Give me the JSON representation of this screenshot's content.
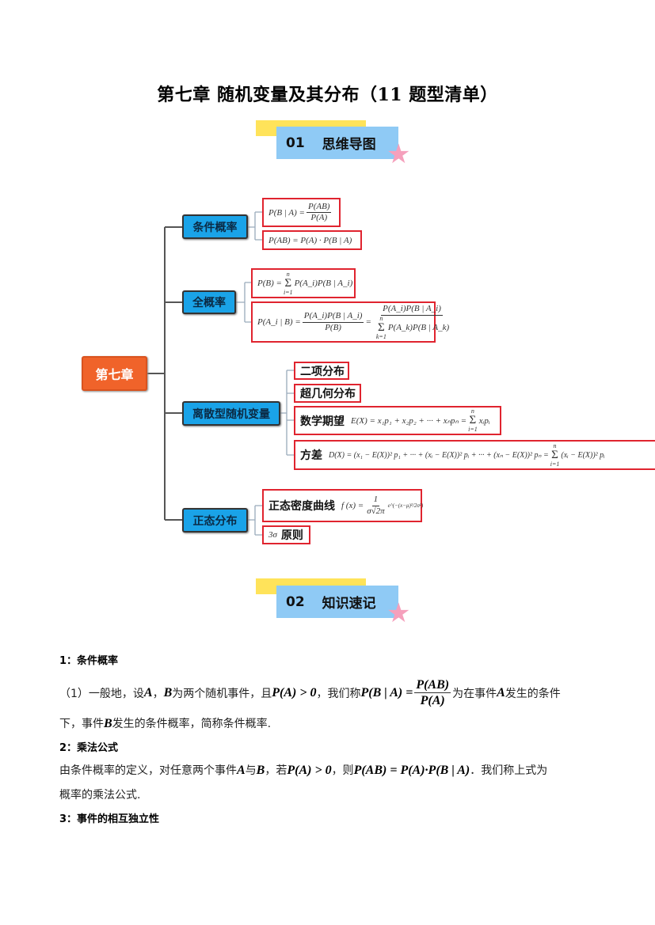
{
  "title": "第七章  随机变量及其分布（11 题型清单）",
  "section1": {
    "num": "01",
    "label": "思维导图"
  },
  "section2": {
    "num": "02",
    "label": "知识速记"
  },
  "mindmap": {
    "root": "第七章",
    "nodes": [
      "条件概率",
      "全概率",
      "离散型随机变量",
      "正态分布"
    ],
    "cond": {
      "f1_lhs": "P(B | A) =",
      "f1_num": "P(AB)",
      "f1_den": "P(A)",
      "f2": "P(AB) = P(A) · P(B | A)"
    },
    "total": {
      "f3_lhs": "P(B) =",
      "sum_top": "n",
      "sum_bot": "i=1",
      "f3_rhs": "P(A_i)P(B | A_i)",
      "f4_lhs": "P(A_i | B) =",
      "f4_num1": "P(A_i)P(B | A_i)",
      "f4_den1": "P(B)",
      "f4_eq": "=",
      "f4_num2": "P(A_i)P(B | A_i)",
      "f4_den2_rhs": "P(A_k)P(B | A_k)",
      "sum_bot2": "k=1"
    },
    "discrete": {
      "binomial": "二项分布",
      "hypergeometric": "超几何分布",
      "expectation_label": "数学期望",
      "expectation": "E(X) = x₁p₁ + x₂p₂ + ··· + xₙpₙ =",
      "expectation_tail": "xᵢpᵢ",
      "variance_label": "方差",
      "variance": "D(X) = (x₁ − E(X))² p₁ + ··· + (xᵢ − E(X))² pᵢ + ··· + (xₙ − E(X))² pₙ =",
      "variance_tail": "(xᵢ − E(X))² pᵢ"
    },
    "normal": {
      "density_label": "正态密度曲线",
      "density_lhs": "f (x) =",
      "density_num": "1",
      "density_den": "σ√2π",
      "density_exp": "e^(−(x−μ)²/2σ²)",
      "three_sigma_sym": "3σ",
      "three_sigma_label": "原则"
    }
  },
  "notes": {
    "h1": "1：条件概率",
    "p1a": "（1）一般地，设",
    "A": "A",
    "B": "B",
    "p1b": "，",
    "p1c": "为两个随机事件，且",
    "PA0": "P(A) > 0",
    "p1d": "，我们称",
    "PBA": "P(B | A) =",
    "num": "P(AB)",
    "den": "P(A)",
    "p1e": "为在事件",
    "p1f": "发生的条件",
    "p2a": "下，事件",
    "p2b": "发生的条件概率，简称条件概率.",
    "h2": "2：乘法公式",
    "p3a": "由条件概率的定义，对任意两个事件",
    "p3b": "与",
    "p3c": "，若",
    "p3d": "，则",
    "mult": "P(AB) = P(A)·P(B | A)",
    "p3e": "．我们称上式为",
    "p4": "概率的乘法公式.",
    "h3": "3：事件的相互独立性"
  }
}
